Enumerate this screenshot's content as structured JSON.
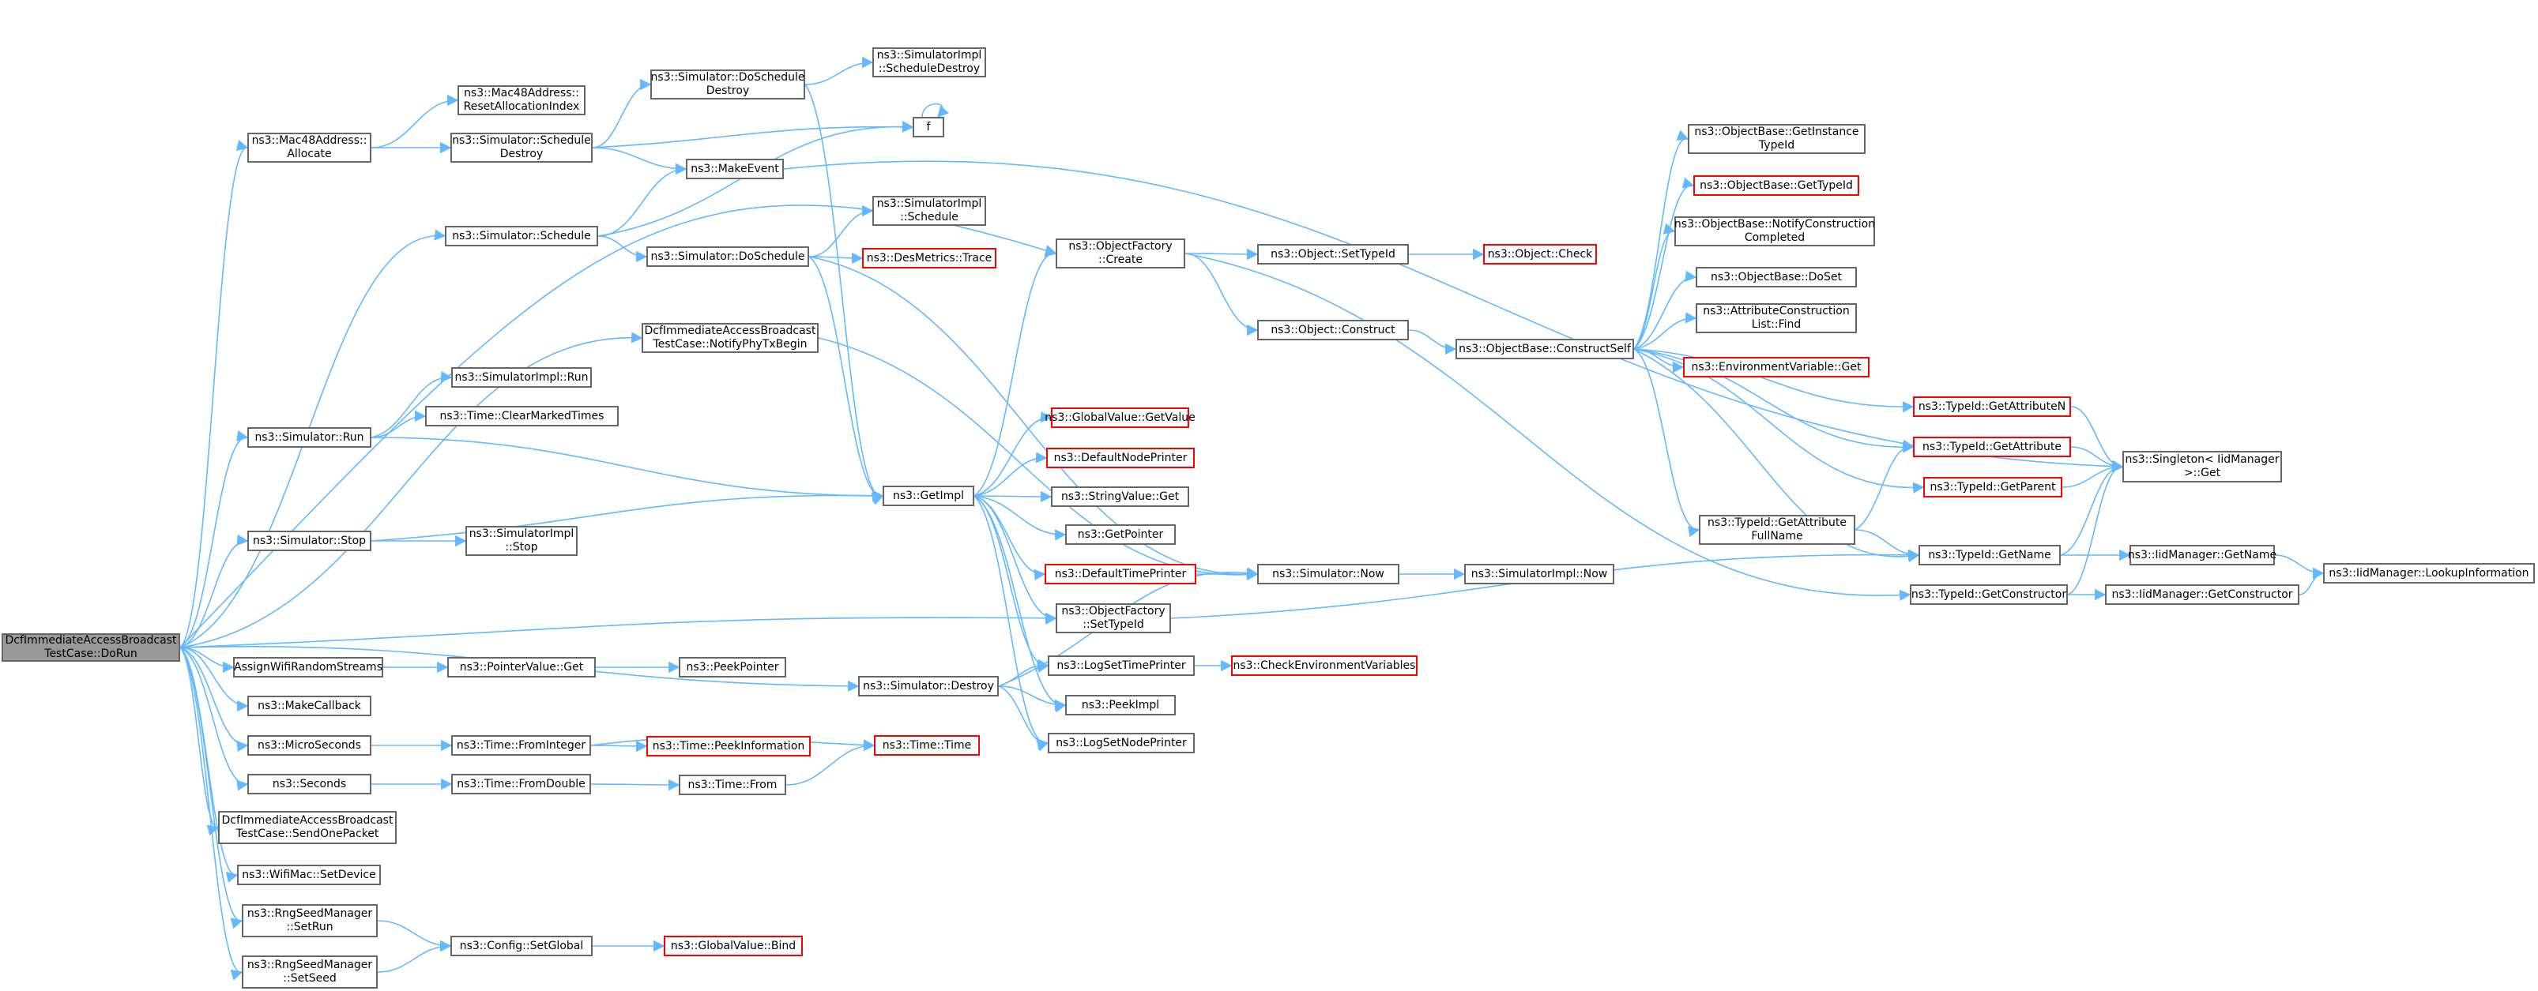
{
  "colors": {
    "edge": "#63b8ff",
    "border": "#666666",
    "truncated": "#ff0000",
    "root_fill": "#999999"
  },
  "nodes": [
    {
      "id": "root",
      "lines": [
        "DcfImmediateAccessBroadcast",
        "TestCase::DoRun"
      ],
      "style": "root"
    },
    {
      "id": "mac_alloc",
      "lines": [
        "ns3::Mac48Address::",
        "Allocate"
      ]
    },
    {
      "id": "mac_reset",
      "lines": [
        "ns3::Mac48Address::",
        "ResetAllocationIndex"
      ]
    },
    {
      "id": "sim_sched_destroy",
      "lines": [
        "ns3::Simulator::Schedule",
        "Destroy"
      ]
    },
    {
      "id": "sim_do_sched_destroy",
      "lines": [
        "ns3::Simulator::DoSchedule",
        "Destroy"
      ]
    },
    {
      "id": "impl_sched_destroy",
      "lines": [
        "ns3::SimulatorImpl",
        "::ScheduleDestroy"
      ]
    },
    {
      "id": "f",
      "lines": [
        "f"
      ]
    },
    {
      "id": "make_event",
      "lines": [
        "ns3::MakeEvent"
      ]
    },
    {
      "id": "sim_schedule",
      "lines": [
        "ns3::Simulator::Schedule"
      ]
    },
    {
      "id": "sim_do_schedule",
      "lines": [
        "ns3::Simulator::DoSchedule"
      ]
    },
    {
      "id": "impl_schedule",
      "lines": [
        "ns3::SimulatorImpl",
        "::Schedule"
      ]
    },
    {
      "id": "des_trace",
      "lines": [
        "ns3::DesMetrics::Trace"
      ],
      "style": "red"
    },
    {
      "id": "notify_phy",
      "lines": [
        "DcfImmediateAccessBroadcast",
        "TestCase::NotifyPhyTxBegin"
      ]
    },
    {
      "id": "impl_run",
      "lines": [
        "ns3::SimulatorImpl::Run"
      ]
    },
    {
      "id": "clear_marked",
      "lines": [
        "ns3::Time::ClearMarkedTimes"
      ]
    },
    {
      "id": "sim_run",
      "lines": [
        "ns3::Simulator::Run"
      ]
    },
    {
      "id": "sim_stop",
      "lines": [
        "ns3::Simulator::Stop"
      ]
    },
    {
      "id": "impl_stop",
      "lines": [
        "ns3::SimulatorImpl",
        "::Stop"
      ]
    },
    {
      "id": "get_impl",
      "lines": [
        "ns3::GetImpl"
      ]
    },
    {
      "id": "gv_getvalue",
      "lines": [
        "ns3::GlobalValue::GetValue"
      ],
      "style": "red"
    },
    {
      "id": "default_node_printer",
      "lines": [
        "ns3::DefaultNodePrinter"
      ],
      "style": "red"
    },
    {
      "id": "string_get",
      "lines": [
        "ns3::StringValue::Get"
      ]
    },
    {
      "id": "get_pointer",
      "lines": [
        "ns3::GetPointer"
      ]
    },
    {
      "id": "default_time_printer",
      "lines": [
        "ns3::DefaultTimePrinter"
      ],
      "style": "red"
    },
    {
      "id": "of_create",
      "lines": [
        "ns3::ObjectFactory",
        "::Create"
      ]
    },
    {
      "id": "obj_settypeid",
      "lines": [
        "ns3::Object::SetTypeId"
      ]
    },
    {
      "id": "obj_check",
      "lines": [
        "ns3::Object::Check"
      ],
      "style": "red"
    },
    {
      "id": "obj_construct",
      "lines": [
        "ns3::Object::Construct"
      ]
    },
    {
      "id": "ob_constructself",
      "lines": [
        "ns3::ObjectBase::ConstructSelf"
      ]
    },
    {
      "id": "ob_getinstance",
      "lines": [
        "ns3::ObjectBase::GetInstance",
        "TypeId"
      ]
    },
    {
      "id": "ob_gettypeid",
      "lines": [
        "ns3::ObjectBase::GetTypeId"
      ],
      "style": "red"
    },
    {
      "id": "ob_notify",
      "lines": [
        "ns3::ObjectBase::NotifyConstruction",
        "Completed"
      ]
    },
    {
      "id": "ob_doset",
      "lines": [
        "ns3::ObjectBase::DoSet"
      ]
    },
    {
      "id": "attr_find",
      "lines": [
        "ns3::AttributeConstruction",
        "List::Find"
      ]
    },
    {
      "id": "env_get",
      "lines": [
        "ns3::EnvironmentVariable::Get"
      ],
      "style": "red"
    },
    {
      "id": "tid_getattrn",
      "lines": [
        "ns3::TypeId::GetAttributeN"
      ],
      "style": "red"
    },
    {
      "id": "tid_getattr",
      "lines": [
        "ns3::TypeId::GetAttribute"
      ],
      "style": "red"
    },
    {
      "id": "tid_getparent",
      "lines": [
        "ns3::TypeId::GetParent"
      ],
      "style": "red"
    },
    {
      "id": "tid_getattrfull",
      "lines": [
        "ns3::TypeId::GetAttribute",
        "FullName"
      ]
    },
    {
      "id": "singleton",
      "lines": [
        "ns3::Singleton< IidManager",
        ">::Get"
      ]
    },
    {
      "id": "tid_getname",
      "lines": [
        "ns3::TypeId::GetName"
      ]
    },
    {
      "id": "iid_getname",
      "lines": [
        "ns3::IidManager::GetName"
      ]
    },
    {
      "id": "iid_lookup",
      "lines": [
        "ns3::IidManager::LookupInformation"
      ]
    },
    {
      "id": "tid_getconstructor",
      "lines": [
        "ns3::TypeId::GetConstructor"
      ]
    },
    {
      "id": "iid_getconstructor",
      "lines": [
        "ns3::IidManager::GetConstructor"
      ]
    },
    {
      "id": "sim_now",
      "lines": [
        "ns3::Simulator::Now"
      ]
    },
    {
      "id": "impl_now",
      "lines": [
        "ns3::SimulatorImpl::Now"
      ]
    },
    {
      "id": "of_settypeid",
      "lines": [
        "ns3::ObjectFactory",
        "::SetTypeId"
      ]
    },
    {
      "id": "assign_wifi",
      "lines": [
        "AssignWifiRandomStreams"
      ]
    },
    {
      "id": "pv_get",
      "lines": [
        "ns3::PointerValue::Get"
      ]
    },
    {
      "id": "peek_pointer",
      "lines": [
        "ns3::PeekPointer"
      ]
    },
    {
      "id": "sim_destroy",
      "lines": [
        "ns3::Simulator::Destroy"
      ]
    },
    {
      "id": "log_set_time",
      "lines": [
        "ns3::LogSetTimePrinter"
      ]
    },
    {
      "id": "check_env",
      "lines": [
        "ns3::CheckEnvironmentVariables"
      ],
      "style": "red"
    },
    {
      "id": "peek_impl",
      "lines": [
        "ns3::PeekImpl"
      ]
    },
    {
      "id": "log_set_node",
      "lines": [
        "ns3::LogSetNodePrinter"
      ]
    },
    {
      "id": "make_callback",
      "lines": [
        "ns3::MakeCallback"
      ]
    },
    {
      "id": "microseconds",
      "lines": [
        "ns3::MicroSeconds"
      ]
    },
    {
      "id": "time_fromint",
      "lines": [
        "ns3::Time::FromInteger"
      ]
    },
    {
      "id": "time_peekinfo",
      "lines": [
        "ns3::Time::PeekInformation"
      ],
      "style": "red"
    },
    {
      "id": "time_time",
      "lines": [
        "ns3::Time::Time"
      ],
      "style": "red"
    },
    {
      "id": "seconds",
      "lines": [
        "ns3::Seconds"
      ]
    },
    {
      "id": "time_fromdouble",
      "lines": [
        "ns3::Time::FromDouble"
      ]
    },
    {
      "id": "time_from",
      "lines": [
        "ns3::Time::From"
      ]
    },
    {
      "id": "send_one",
      "lines": [
        "DcfImmediateAccessBroadcast",
        "TestCase::SendOnePacket"
      ]
    },
    {
      "id": "wifimac_setdevice",
      "lines": [
        "ns3::WifiMac::SetDevice"
      ]
    },
    {
      "id": "rng_setrun",
      "lines": [
        "ns3::RngSeedManager",
        "::SetRun"
      ]
    },
    {
      "id": "rng_setseed",
      "lines": [
        "ns3::RngSeedManager",
        "::SetSeed"
      ]
    },
    {
      "id": "config_setglobal",
      "lines": [
        "ns3::Config::SetGlobal"
      ]
    },
    {
      "id": "gv_bind",
      "lines": [
        "ns3::GlobalValue::Bind"
      ],
      "style": "red"
    }
  ]
}
